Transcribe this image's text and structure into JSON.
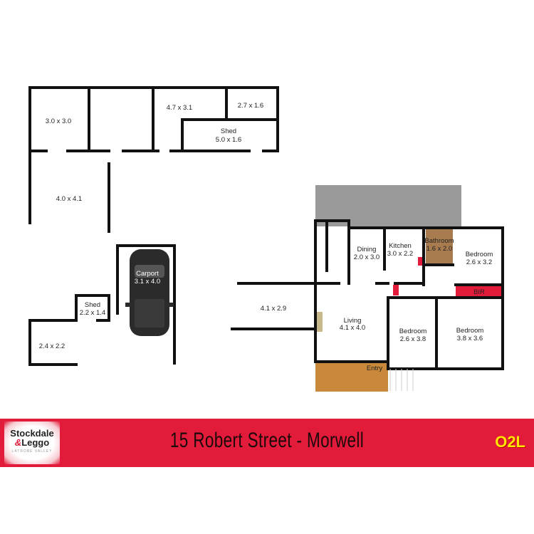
{
  "outbuildings": {
    "room1": "3.0 x 3.0",
    "room2": "4.7 x 3.1",
    "room3": "2.7 x 1.6",
    "shed_name": "Shed",
    "shed_size": "5.0 x 1.6",
    "room4": "4.0 x 4.1",
    "carport_name": "Carport",
    "carport_size": "3.1 x 4.0",
    "small_shed_name": "Shed",
    "small_shed_size": "2.2 x 1.4",
    "room5": "2.4 x 2.2",
    "room6": "4.1 x 2.9"
  },
  "house": {
    "dining": {
      "name": "Dining",
      "size": "2.0 x 3.0"
    },
    "kitchen": {
      "name": "Kitchen",
      "size": "3.0 x 2.2"
    },
    "bathroom": {
      "name": "Bathroom",
      "size": "1.6 x 2.0"
    },
    "bedroom1": {
      "name": "Bedroom",
      "size": "2.6 x 3.2"
    },
    "bir": "BIR",
    "living": {
      "name": "Living",
      "size": "4.1 x 4.0"
    },
    "bedroom2": {
      "name": "Bedroom",
      "size": "2.6 x 3.8"
    },
    "bedroom3": {
      "name": "Bedroom",
      "size": "3.8 x 3.6"
    },
    "entry": "Entry"
  },
  "banner": {
    "title": "15 Robert Street - Morwell",
    "logo_text": [
      "Stockdale",
      "&",
      "Leggo",
      "LATROBE VALLEY"
    ],
    "right_logo": "O2L",
    "color": "#e31b3a"
  },
  "colors": {
    "accent_red": "#e31b3a",
    "bathroom": "#a97c50",
    "deck": "#c8893a",
    "patio": "#9a9a9a"
  }
}
